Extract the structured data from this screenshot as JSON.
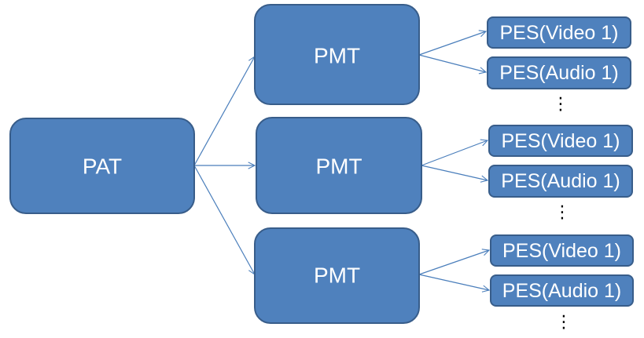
{
  "diagram": {
    "pat": {
      "label": "PAT"
    },
    "programs": [
      {
        "pmt_label": "PMT",
        "streams": [
          {
            "label": "PES(Video 1)"
          },
          {
            "label": "PES(Audio 1)"
          }
        ],
        "more": "⋮"
      },
      {
        "pmt_label": "PMT",
        "streams": [
          {
            "label": "PES(Video 1)"
          },
          {
            "label": "PES(Audio 1)"
          }
        ],
        "more": "⋮"
      },
      {
        "pmt_label": "PMT",
        "streams": [
          {
            "label": "PES(Video 1)"
          },
          {
            "label": "PES(Audio 1)"
          }
        ],
        "more": "⋮"
      }
    ]
  },
  "colors": {
    "box_fill": "#4f81bd",
    "box_stroke": "#385d8a",
    "arrow": "#4a7ebb",
    "label_text": "#ffffff"
  }
}
